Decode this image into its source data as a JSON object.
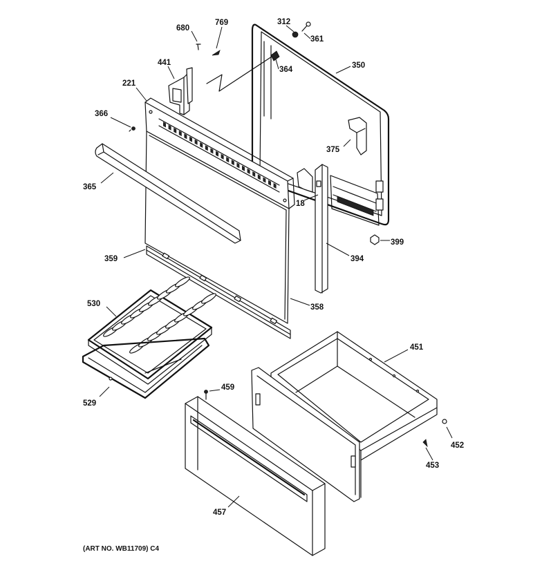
{
  "labels": {
    "p680": "680",
    "p769": "769",
    "p312": "312",
    "p361": "361",
    "p364": "364",
    "p350": "350",
    "p441": "441",
    "p221": "221",
    "p366": "366",
    "p375": "375",
    "p365": "365",
    "p18": "18",
    "p399": "399",
    "p359": "359",
    "p394": "394",
    "p358": "358",
    "p530": "530",
    "p451": "451",
    "p529": "529",
    "p459": "459",
    "p452": "452",
    "p453": "453",
    "p457": "457"
  },
  "footer": {
    "art_no": "(ART NO. WB11709) C4"
  }
}
